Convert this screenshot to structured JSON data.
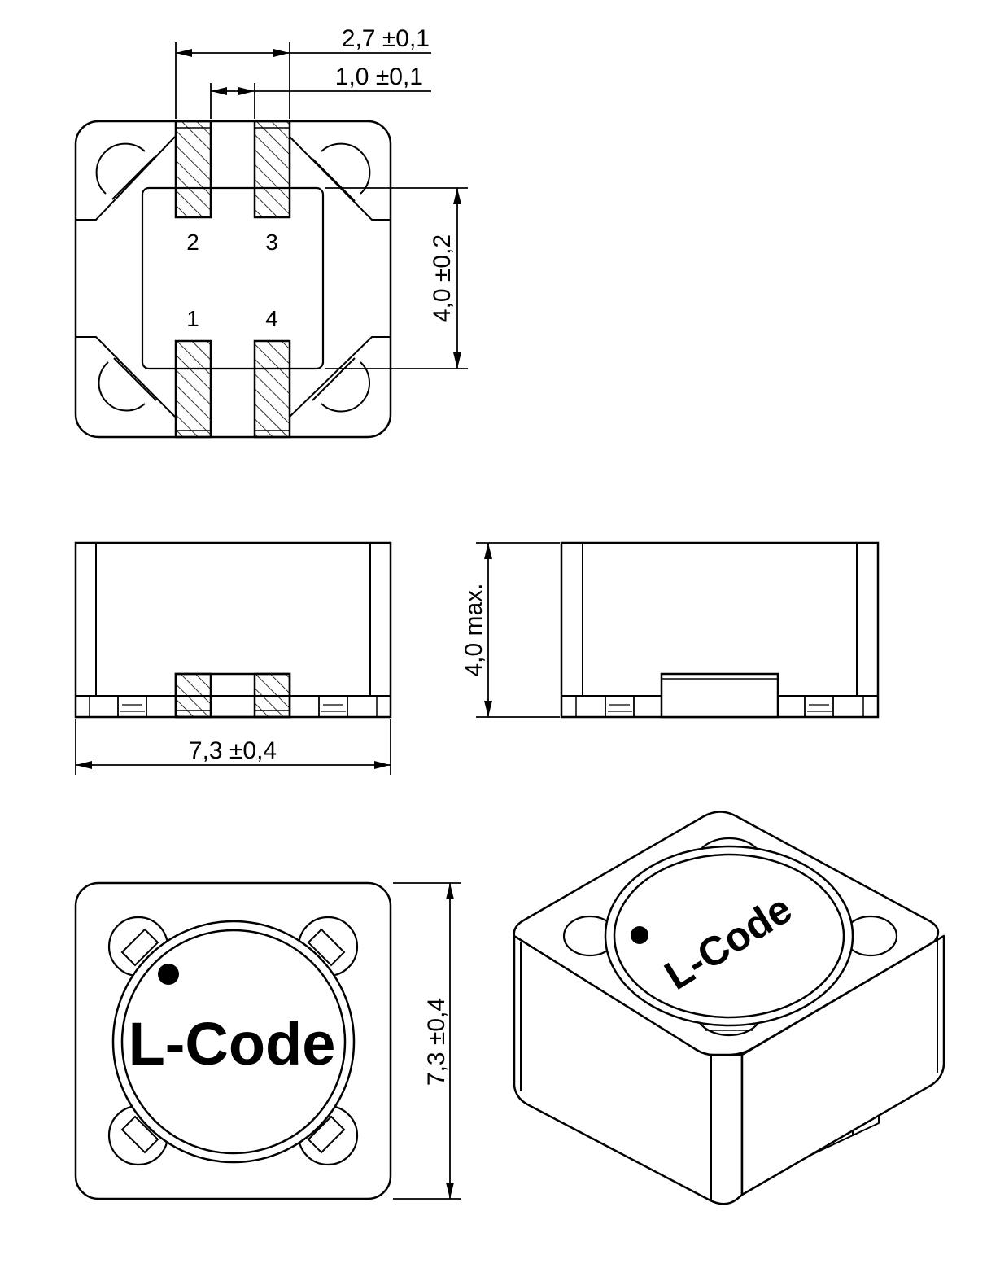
{
  "dimensions": {
    "pad_pitch_outer": "2,7 ±0,1",
    "pad_gap_inner": "1,0 ±0,1",
    "pad_span_vertical": "4,0 ±0,2",
    "height_max": "4,0  max.",
    "length_side": "7,3  ±0,4",
    "length_top": "7,3  ±0,4"
  },
  "pins": {
    "pin1": "1",
    "pin2": "2",
    "pin3": "3",
    "pin4": "4"
  },
  "marking": {
    "top_text": "L-Code",
    "iso_text": "L-Code"
  },
  "colors": {
    "line": "#000000",
    "background": "#ffffff"
  }
}
